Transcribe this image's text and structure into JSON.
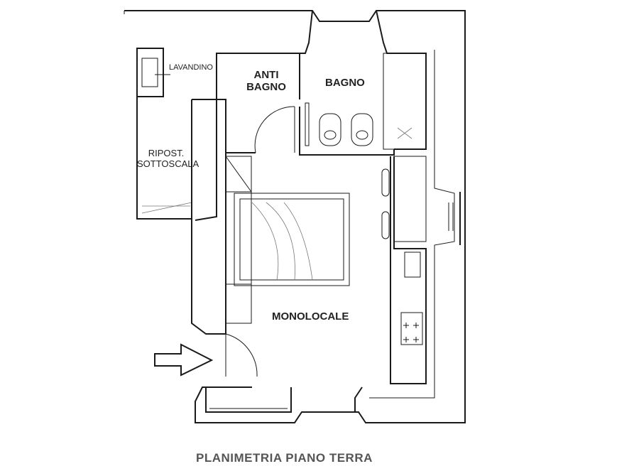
{
  "labels": {
    "lavandino": "LAVANDINO",
    "anti_bagno": [
      "ANTI",
      "BAGNO"
    ],
    "bagno": "BAGNO",
    "ripostiglio": [
      "RIPOST.",
      "SOTTOSCALA"
    ],
    "monolocale": "MONOLOCALE"
  },
  "title": "PLANIMETRIA PIANO TERRA"
}
